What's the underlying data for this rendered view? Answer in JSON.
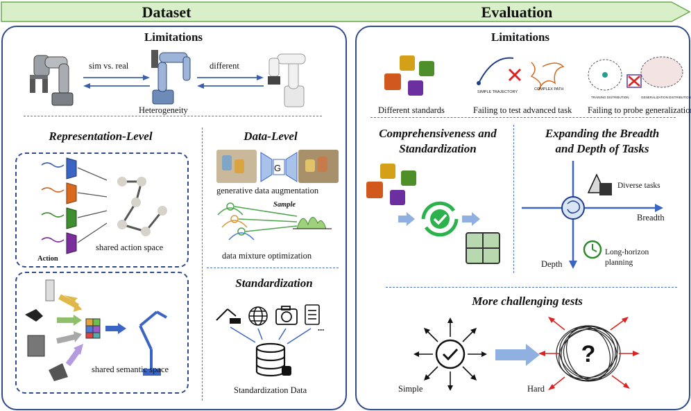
{
  "banner": {
    "left_title": "Dataset",
    "right_title": "Evaluation"
  },
  "dataset": {
    "limitations_title": "Limitations",
    "sim_vs_real": "sim vs. real",
    "different": "different",
    "heterogeneity": "Heterogeneity",
    "representation_title": "Representation-Level",
    "action_label": "Action",
    "shared_action_space": "shared action space",
    "shared_semantic_space": "shared semantic space",
    "data_level_title": "Data-Level",
    "generator_letter": "G",
    "generative_aug": "generative data augmentation",
    "sample_label": "Sample",
    "mixture_opt": "data mixture optimization",
    "standardization_title": "Standardization",
    "more_dots": "...",
    "standardization_data": "Standardization Data"
  },
  "evaluation": {
    "limitations_title": "Limitations",
    "different_standards": "Different standards",
    "simple_trajectory": "SIMPLE TRAJECTORY",
    "complex_path": "COMPLEX PATH",
    "failing_advanced": "Failing to test advanced task",
    "training_distribution": "TRAINING DISTRIBUTION",
    "generalization_distribution": "GENERALIZATION DISTRIBUTION",
    "failing_generalization": "Failing to probe generalization",
    "comprehensiveness_line1": "Comprehensiveness and",
    "comprehensiveness_line2": "Standardization",
    "expanding_line1": "Expanding the Breadth",
    "expanding_line2": "and Depth of Tasks",
    "diverse_tasks": "Diverse tasks",
    "breadth": "Breadth",
    "depth": "Depth",
    "long_horizon_line1": "Long-horizon",
    "long_horizon_line2": "planning",
    "challenging_title": "More challenging tests",
    "simple": "Simple",
    "hard": "Hard"
  },
  "colors": {
    "frame": "#2f4a8a",
    "accent_blue": "#4a72c4",
    "banner_green": "#d9efc9",
    "arrow_light": "#8fb0e0",
    "check_green": "#2bb24c"
  }
}
